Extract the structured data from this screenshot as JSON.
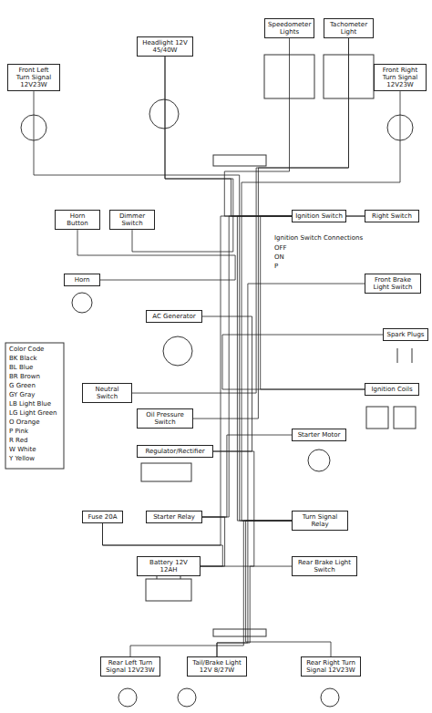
{
  "diagram": {
    "nodes": [
      {
        "text": [
          "Front Left Turn Signal 12V23W"
        ]
      },
      {
        "text": [
          "Headlight 12V 45/40W"
        ]
      },
      {
        "text": [
          "Speedometer Lights"
        ]
      },
      {
        "text": [
          "Tachometer Light"
        ]
      },
      {
        "text": [
          "Front Right Turn Signal 12V23W"
        ]
      },
      {
        "text": [
          "Horn Button"
        ]
      },
      {
        "text": [
          "Dimmer Switch"
        ]
      },
      {
        "text": [
          "Horn"
        ]
      },
      {
        "text": [
          "Right Switch"
        ]
      },
      {
        "text": [
          "Front Brake Light Switch"
        ]
      },
      {
        "text": [
          "Ignition Coils"
        ]
      },
      {
        "text": [
          "Spark Plugs"
        ]
      },
      {
        "text": [
          "AC Generator"
        ]
      },
      {
        "text": [
          "Neutral Switch"
        ]
      },
      {
        "text": [
          "Oil Pressure Switch"
        ]
      },
      {
        "text": [
          "Regulator/Rectifier"
        ]
      },
      {
        "text": [
          "Ignition Switch"
        ]
      },
      {
        "text": [
          "Starter Relay"
        ]
      },
      {
        "text": [
          "Battery 12V 12AH"
        ]
      },
      {
        "text": [
          "Fuse 20A"
        ]
      },
      {
        "text": [
          "Turn Signal Relay"
        ]
      },
      {
        "text": [
          "Rear Brake Light Switch"
        ]
      },
      {
        "text": [
          "Starter Motor"
        ]
      },
      {
        "text": [
          "Tail/Brake Light 12V 8/27W"
        ]
      },
      {
        "text": [
          "Rear Left Turn Signal 12V23W"
        ]
      },
      {
        "text": [
          "Rear Right Turn Signal 12V23W"
        ]
      }
    ],
    "edges": [
      {
        "from": 16,
        "to": 19,
        "arrow": "none"
      },
      {
        "from": 19,
        "to": 18,
        "arrow": "none"
      },
      {
        "from": 18,
        "to": 17,
        "arrow": "none"
      },
      {
        "from": 17,
        "to": 22,
        "arrow": "none"
      },
      {
        "from": 8,
        "to": 17,
        "arrow": "none"
      },
      {
        "from": 16,
        "to": 1,
        "arrow": "none"
      },
      {
        "from": 6,
        "to": 1,
        "arrow": "none"
      },
      {
        "from": 5,
        "to": 7,
        "arrow": "none"
      },
      {
        "from": 16,
        "to": 20,
        "arrow": "none"
      },
      {
        "from": 20,
        "to": 0,
        "arrow": "none"
      },
      {
        "from": 20,
        "to": 4,
        "arrow": "none"
      },
      {
        "from": 20,
        "to": 24,
        "arrow": "none"
      },
      {
        "from": 20,
        "to": 25,
        "arrow": "none"
      },
      {
        "from": 9,
        "to": 23,
        "arrow": "none"
      },
      {
        "from": 21,
        "to": 23,
        "arrow": "none"
      },
      {
        "from": 12,
        "to": 15,
        "arrow": "none"
      },
      {
        "from": 15,
        "to": 18,
        "arrow": "none"
      },
      {
        "from": 13,
        "to": 3,
        "arrow": "none"
      },
      {
        "from": 14,
        "to": 3,
        "arrow": "none"
      },
      {
        "from": 8,
        "to": 10,
        "arrow": "none"
      },
      {
        "from": 10,
        "to": 11,
        "arrow": "none"
      },
      {
        "from": 16,
        "to": 2,
        "arrow": "none"
      }
    ],
    "labels": [
      "Color Code",
      "BK Black",
      "BL Blue",
      "BR Brown",
      "G Green",
      "GY Gray",
      "LB Light Blue",
      "LG Light Green",
      "O Orange",
      "P Pink",
      "R Red",
      "W White",
      "Y Yellow",
      "Ignition Switch Connections",
      "OFF",
      "ON",
      "P"
    ]
  }
}
